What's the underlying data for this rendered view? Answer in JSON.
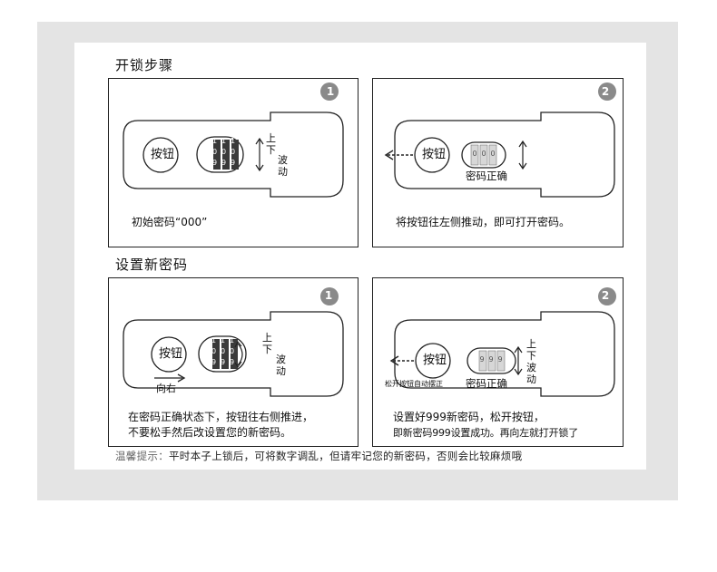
{
  "unlock_section": {
    "heading": "开锁步骤",
    "panel1": {
      "step": "1",
      "button_label": "按钮",
      "wheel_top": "1",
      "wheel_mid": "0",
      "wheel_bot": "9",
      "wave_label_1": "上下",
      "wave_label_2": "波动",
      "caption": "初始密码“000”"
    },
    "panel2": {
      "step": "2",
      "button_label": "按钮",
      "wheel_digit": "0",
      "correct_label": "密码正确",
      "caption": "将按钮往左侧推动，即可打开密码。"
    }
  },
  "reset_section": {
    "heading": "设置新密码",
    "panel3": {
      "step": "1",
      "button_label": "按钮",
      "wheel_top": "1",
      "wheel_mid": "0",
      "wheel_bot": "9",
      "wave_label_1": "上下",
      "wave_label_2": "波动",
      "direction_label": "向右",
      "caption_line1": "在密码正确状态下，按钮往右侧推进，",
      "caption_line2": "不要松手然后改设置您的新密码。"
    },
    "panel4": {
      "step": "2",
      "button_label": "按钮",
      "wheel_digit": "9",
      "release_label": "松开按钮自动摆正",
      "correct_label": "密码正确",
      "wave_label_1": "上下",
      "wave_label_2": "波动",
      "caption_line1": "设置好999新密码，松开按钮，",
      "caption_line2": "即新密码999设置成功。再向左就打开锁了"
    }
  },
  "tip": {
    "lead": "温馨提示：",
    "text": "平时本子上锁后，可将数字调乱，但请牢记您的新密码，否则会比较麻烦哦"
  }
}
